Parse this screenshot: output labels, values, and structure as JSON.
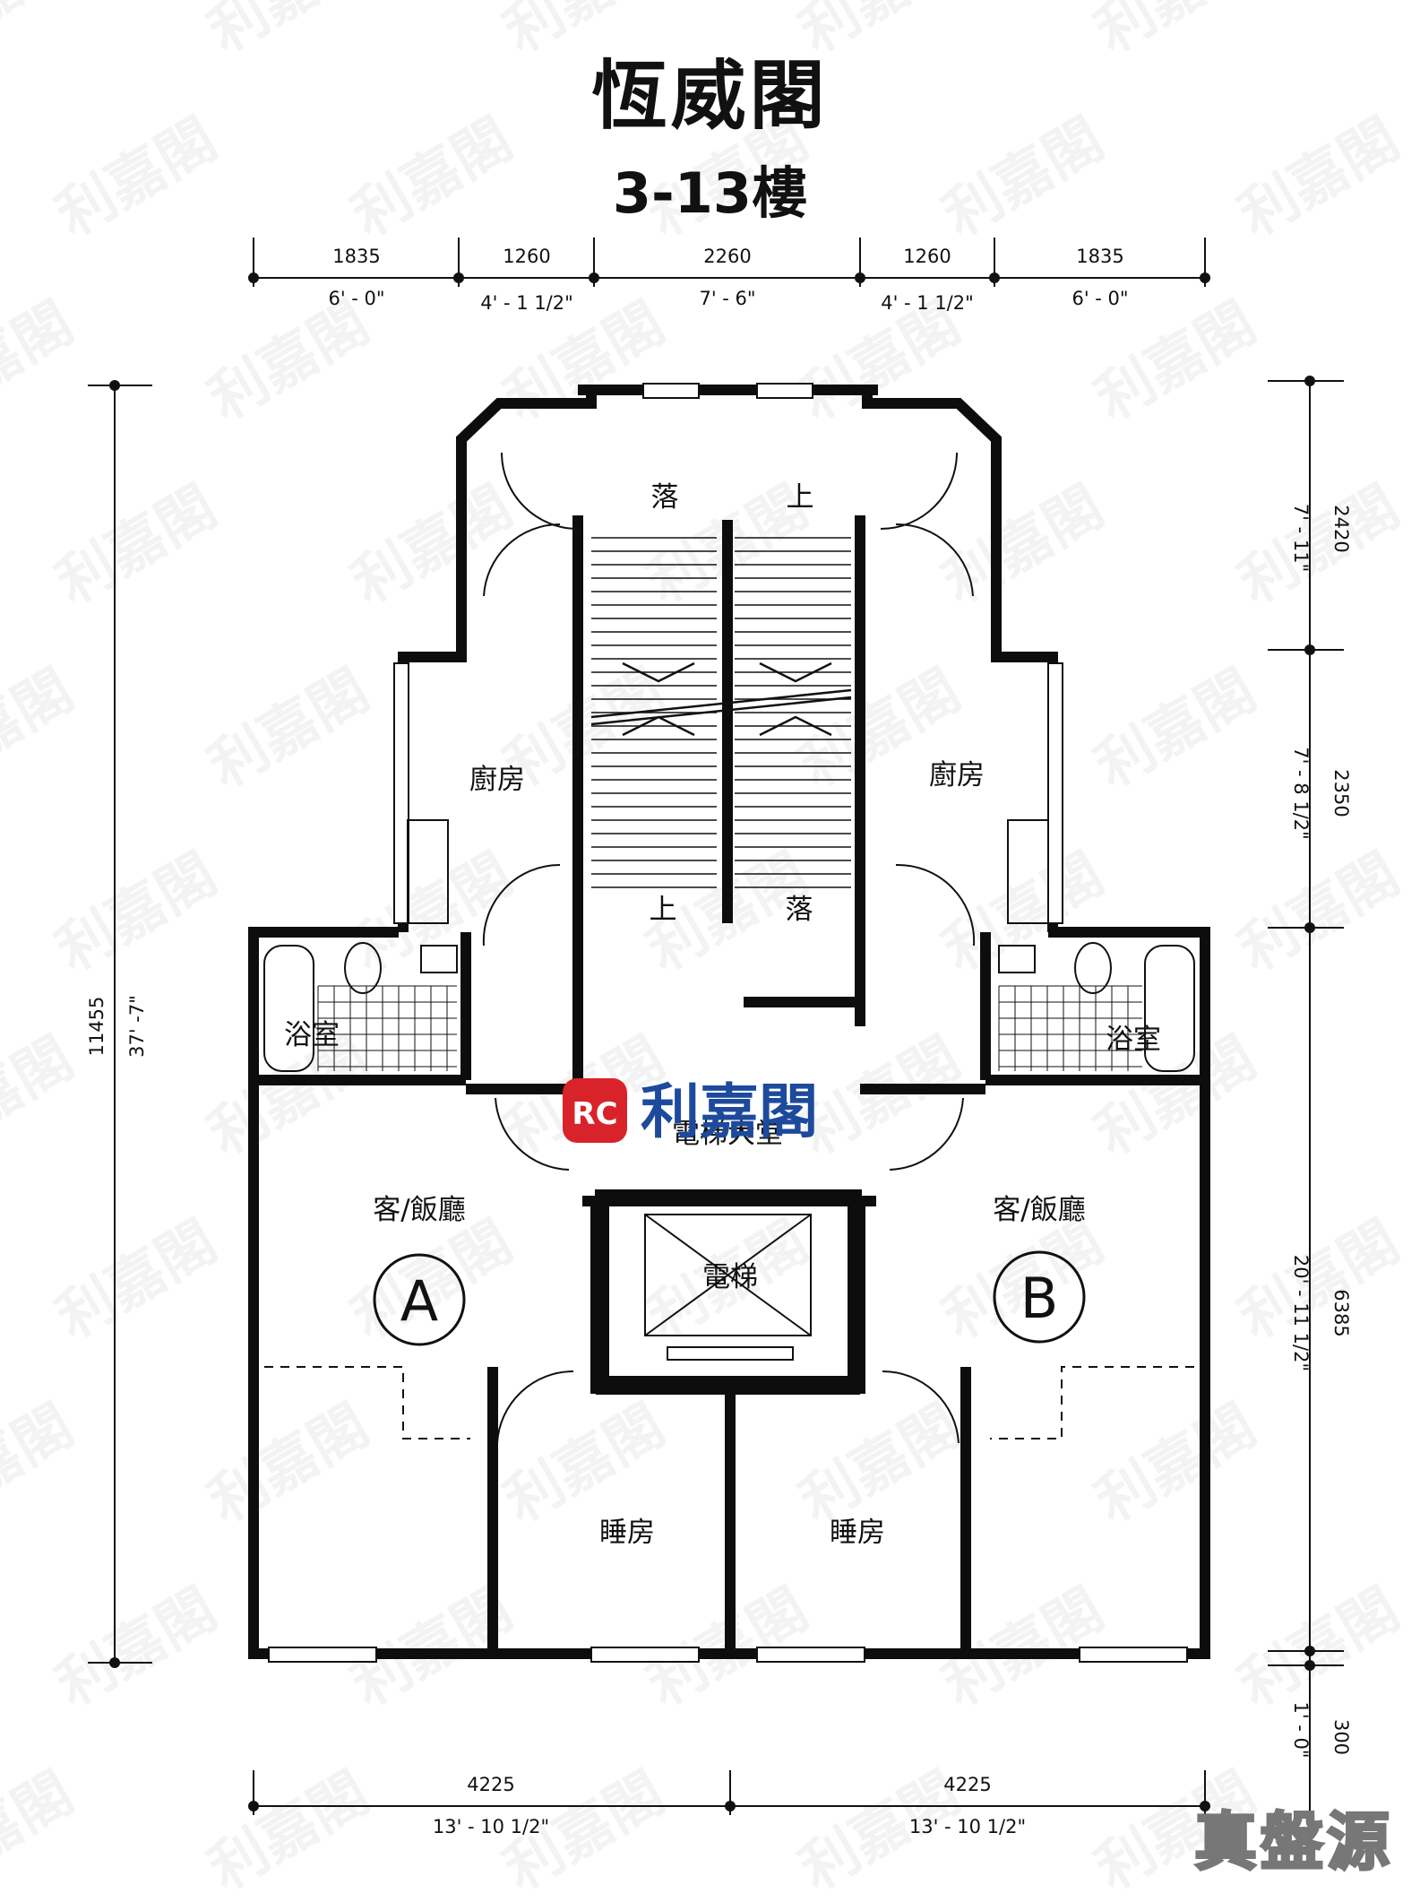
{
  "title": "恆威閣",
  "subtitle": "3-13樓",
  "watermark": {
    "text": "利嘉閣",
    "logo_text": "RC",
    "color": "#d8232a",
    "text_color": "#1d4a9c"
  },
  "bottom_brand": "真盤源",
  "rooms": {
    "down_top": "落",
    "up_top": "上",
    "up_bottom": "上",
    "down_bottom": "落",
    "kitchen_left": "廚房",
    "kitchen_right": "廚房",
    "bath_left": "浴室",
    "bath_right": "浴室",
    "lobby": "電梯大堂",
    "living_left": "客/飯廳",
    "living_right": "客/飯廳",
    "lift": "電梯",
    "bedroom_left": "睡房",
    "bedroom_right": "睡房"
  },
  "units": {
    "a": "A",
    "b": "B"
  },
  "dims_top": [
    {
      "mm": "1835",
      "ft": "6' - 0\""
    },
    {
      "mm": "1260",
      "ft": "4' - 1 1/2\""
    },
    {
      "mm": "2260",
      "ft": "7' - 6\""
    },
    {
      "mm": "1260",
      "ft": "4' - 1 1/2\""
    },
    {
      "mm": "1835",
      "ft": "6' - 0\""
    }
  ],
  "dims_bottom": [
    {
      "mm": "4225",
      "ft": "13' - 10 1/2\""
    },
    {
      "mm": "4225",
      "ft": "13' - 10 1/2\""
    }
  ],
  "dims_left": {
    "mm": "11455",
    "ft": "37' -7\""
  },
  "dims_right": [
    {
      "mm": "2420",
      "ft": "7' - 11\""
    },
    {
      "mm": "2350",
      "ft": "7' - 8 1/2\""
    },
    {
      "mm": "6385",
      "ft": "20' - 11 1/2\""
    },
    {
      "mm": "300",
      "ft": "1' - 0\""
    }
  ]
}
